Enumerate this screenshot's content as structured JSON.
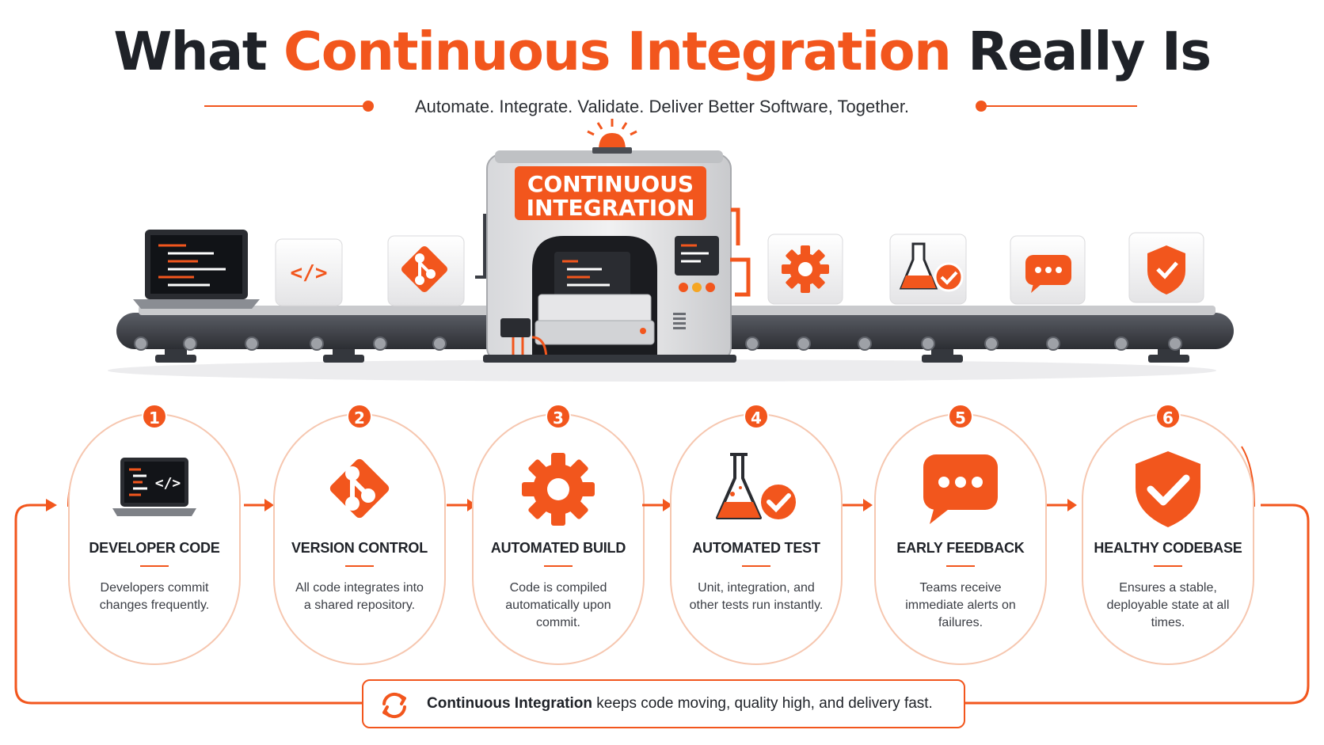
{
  "header": {
    "title_lead": "What",
    "title_accent": "Continuous Integration",
    "title_tail": "Really Is",
    "subtitle": "Automate. Integrate. Validate.  Deliver Better Software, Together."
  },
  "machine": {
    "label_line1": "CONTINUOUS",
    "label_line2": "INTEGRATION"
  },
  "steps": [
    {
      "num": "1",
      "title": "DEVELOPER CODE",
      "desc": "Developers commit changes frequently.",
      "icon": "laptop-code-icon"
    },
    {
      "num": "2",
      "title": "VERSION CONTROL",
      "desc": "All code integrates into a shared repository.",
      "icon": "git-icon"
    },
    {
      "num": "3",
      "title": "AUTOMATED BUILD",
      "desc": "Code is compiled automatically upon commit.",
      "icon": "gear-icon"
    },
    {
      "num": "4",
      "title": "AUTOMATED TEST",
      "desc": "Unit, integration, and other tests run instantly.",
      "icon": "flask-check-icon"
    },
    {
      "num": "5",
      "title": "EARLY FEEDBACK",
      "desc": "Teams receive immediate alerts on failures.",
      "icon": "chat-bubble-icon"
    },
    {
      "num": "6",
      "title": "HEALTHY CODEBASE",
      "desc": "Ensures a stable, deployable state at all times.",
      "icon": "shield-check-icon"
    }
  ],
  "footer": {
    "bold": "Continuous Integration",
    "rest": " keeps code moving, quality high, and delivery fast."
  },
  "colors": {
    "accent": "#F2561D",
    "dark": "#1F2228"
  }
}
